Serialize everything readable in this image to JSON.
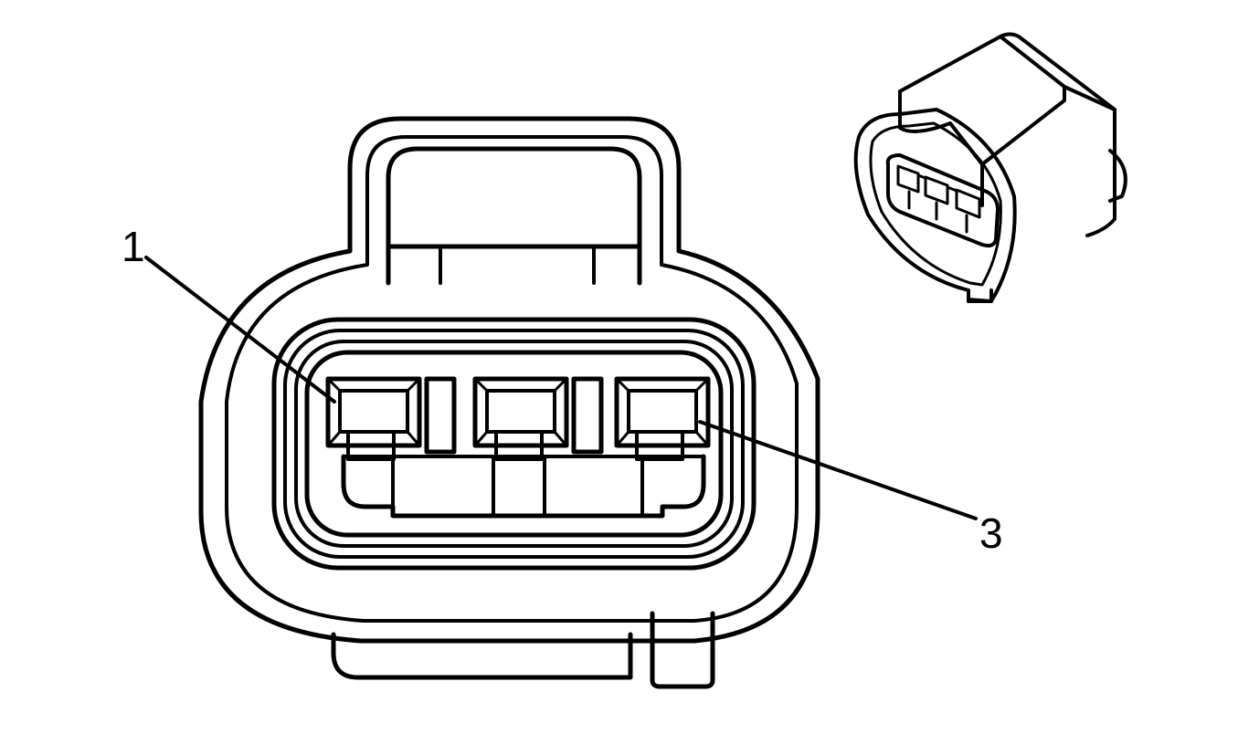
{
  "callouts": [
    {
      "id": "pin-1",
      "label": "1"
    },
    {
      "id": "pin-3",
      "label": "3"
    }
  ],
  "colors": {
    "stroke": "#000000",
    "background": "#ffffff"
  },
  "views": [
    "connector-face-view",
    "connector-isometric-view"
  ]
}
